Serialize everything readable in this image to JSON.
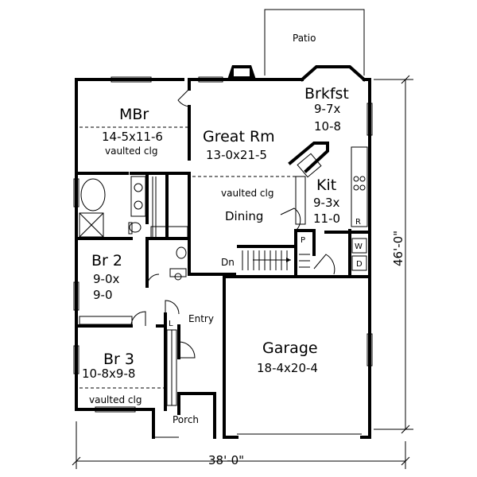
{
  "rooms": {
    "patio": "Patio",
    "brkfst_name": "Brkfst",
    "brkfst_dim1": "9-7x",
    "brkfst_dim2": "10-8",
    "mbr_name": "MBr",
    "mbr_dim": "14-5x11-6",
    "mbr_note": "vaulted clg",
    "great_name": "Great Rm",
    "great_dim": "13-0x21-5",
    "great_note": "vaulted clg",
    "dining": "Dining",
    "kit_name": "Kit",
    "kit_dim1": "9-3x",
    "kit_dim2": "11-0",
    "br2_name": "Br 2",
    "br2_dim1": "9-0x",
    "br2_dim2": "9-0",
    "entry": "Entry",
    "dn": "Dn",
    "garage_name": "Garage",
    "garage_dim": "18-4x20-4",
    "br3_name": "Br 3",
    "br3_dim": "10-8x9-8",
    "br3_note": "vaulted clg",
    "porch": "Porch"
  },
  "fixtures": {
    "refrigerator": "R",
    "washer": "W",
    "dryer": "D",
    "pantry": "P",
    "linen": "L"
  },
  "dimensions": {
    "width": "38'-0\"",
    "depth": "46'-0\""
  }
}
